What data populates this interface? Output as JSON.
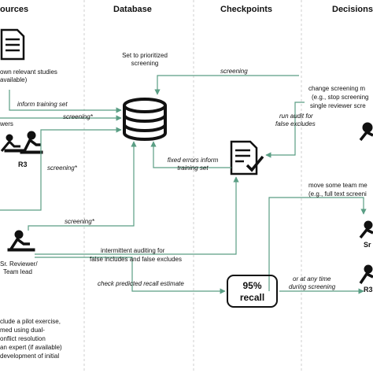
{
  "headers": {
    "sources": "ources",
    "database": "Database",
    "checkpoints": "Checkpoints",
    "decisions": "Decisions"
  },
  "colors": {
    "arrow": "#5a9e84",
    "lane": "#cfcfcf",
    "ink": "#111111"
  },
  "sources": {
    "studies_line1": "own relevant studies",
    "studies_line2": "available)",
    "reviewers": "wers",
    "r3": "R3",
    "sr_reviewer_line1": "Sr. Reviewer/",
    "sr_reviewer_line2": "Team lead",
    "notes": [
      "clude a pilot exercise,",
      "med using dual-",
      "onflict resolution",
      "an expert (if available)",
      "development of initial"
    ]
  },
  "database": {
    "caption_line1": "Set to prioritized",
    "caption_line2": "screening"
  },
  "checkpoints": {
    "recall_line1": "95%",
    "recall_line2": "recall"
  },
  "decisions": {
    "change_line1": "change screening m",
    "change_line2": "(e.g., stop screening",
    "change_line3": "single reviewer scre",
    "move_line1": "move some team me",
    "move_line2": "(e.g., full text screeni",
    "sr": "Sr",
    "r3": "R3"
  },
  "edges": {
    "inform_training_set": "inform training set",
    "screening_top": "screening",
    "screening_reviewers": "screening*",
    "screening_r3": "screening*",
    "screening_sr": "screening*",
    "fixed_errors_line1": "fixed errors inform",
    "fixed_errors_line2": "training set",
    "run_audit_line1": "run audit for",
    "run_audit_line2": "false excludes",
    "intermittent_line1": "intermittent auditing for",
    "intermittent_line2": "false includes and false excludes",
    "check_recall": "check predicted recall estimate",
    "or_any_time_line1": "or at any time",
    "or_any_time_line2": "during screening"
  }
}
